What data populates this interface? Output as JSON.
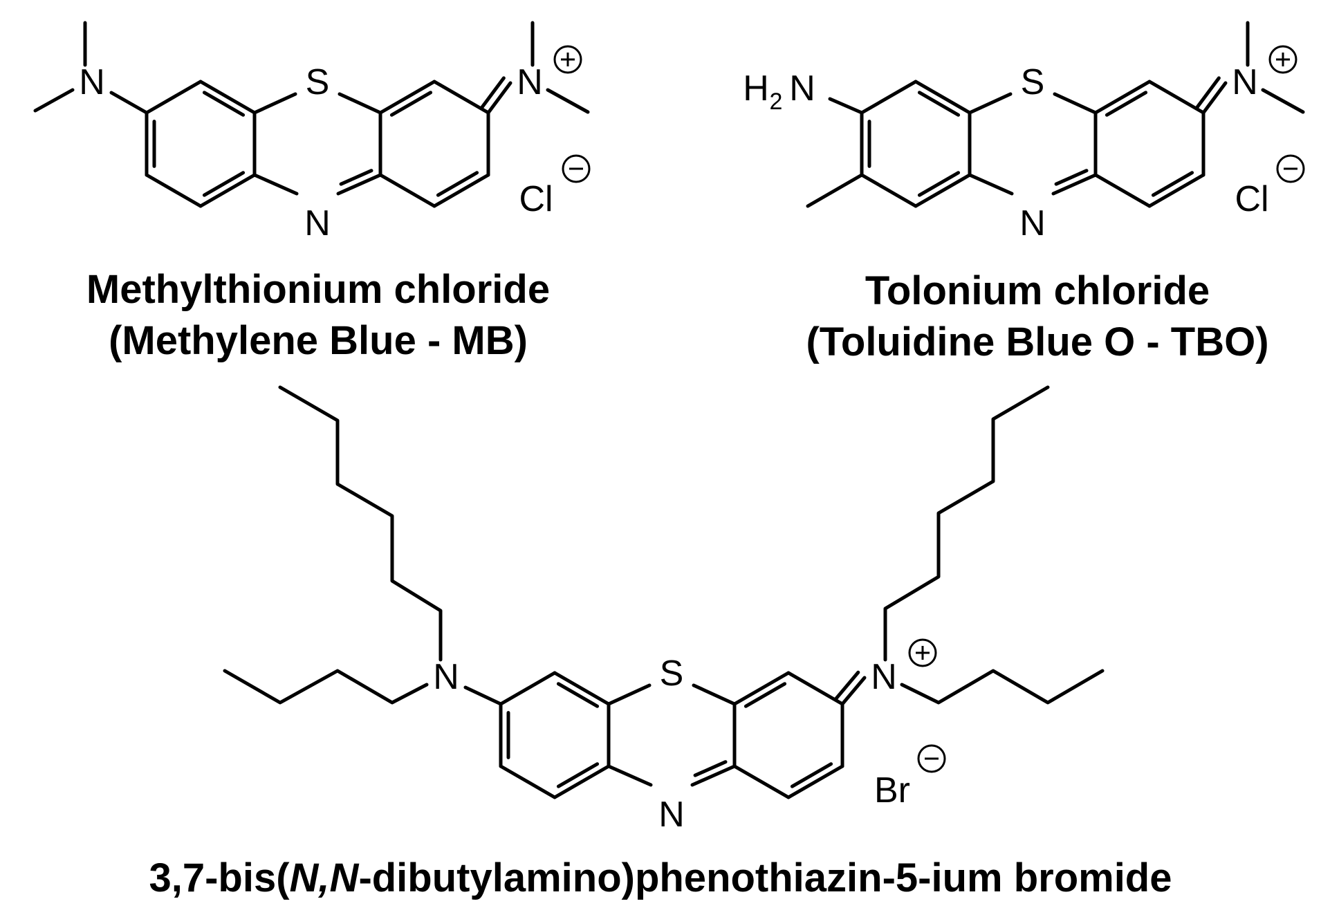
{
  "structures": [
    {
      "id": "methylene-blue",
      "caption_line1": "Methylthionium chloride",
      "caption_line2": "(Methylene Blue - MB)",
      "counter_ion": "Cl",
      "counter_ion_charge": "minus",
      "cation_charge": "plus"
    },
    {
      "id": "toluidine-blue",
      "caption_line1": "Tolonium chloride",
      "caption_line2": "(Toluidine Blue O - TBO)",
      "counter_ion": "Cl",
      "counter_ion_charge": "minus",
      "cation_charge": "plus",
      "amine_group": "H",
      "amine_subscript": "2",
      "amine_n": "N"
    },
    {
      "id": "dibutyl-phenothiazinium",
      "caption_pre": "3,7-bis(",
      "caption_italic": "N,N",
      "caption_post": "-dibutylamino)phenothiazin-5-ium bromide",
      "counter_ion": "Br",
      "counter_ion_charge": "minus",
      "cation_charge": "plus"
    }
  ],
  "atoms": {
    "sulfur": "S",
    "nitrogen": "N"
  },
  "colors": {
    "ink": "#000000",
    "background": "#ffffff"
  }
}
